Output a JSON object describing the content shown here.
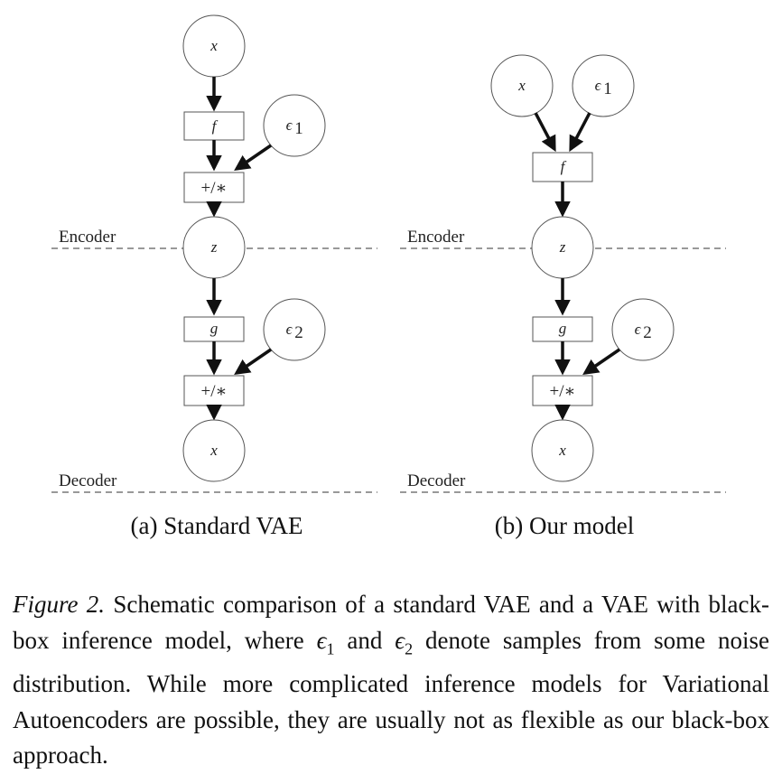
{
  "panel_a": {
    "subcaption": "(a) Standard VAE",
    "nodes": {
      "x_in": "x",
      "f": "f",
      "eps1": "ϵ",
      "eps1_sub": "1",
      "op1": "+/∗",
      "z": "z",
      "g": "g",
      "eps2": "ϵ",
      "eps2_sub": "2",
      "op2": "+/∗",
      "x_out": "x"
    },
    "encoder_label": "Encoder",
    "decoder_label": "Decoder"
  },
  "panel_b": {
    "subcaption": "(b) Our model",
    "nodes": {
      "x_in": "x",
      "eps1": "ϵ",
      "eps1_sub": "1",
      "f": "f",
      "z": "z",
      "g": "g",
      "eps2": "ϵ",
      "eps2_sub": "2",
      "op2": "+/∗",
      "x_out": "x"
    },
    "encoder_label": "Encoder",
    "decoder_label": "Decoder"
  },
  "caption": {
    "figure_label": "Figure 2.",
    "text_1": " Schematic comparison of a standard VAE and a VAE with black-box inference model, where ",
    "eps_symbol_1": "ϵ",
    "eps_sub_1": "1",
    "text_2": " and ",
    "eps_symbol_2": "ϵ",
    "eps_sub_2": "2",
    "text_3": " denote samples from some noise distribution. While more complicated inference models for Variational Autoencoders are possible, they are usually not as flexible as our black-box approach."
  }
}
